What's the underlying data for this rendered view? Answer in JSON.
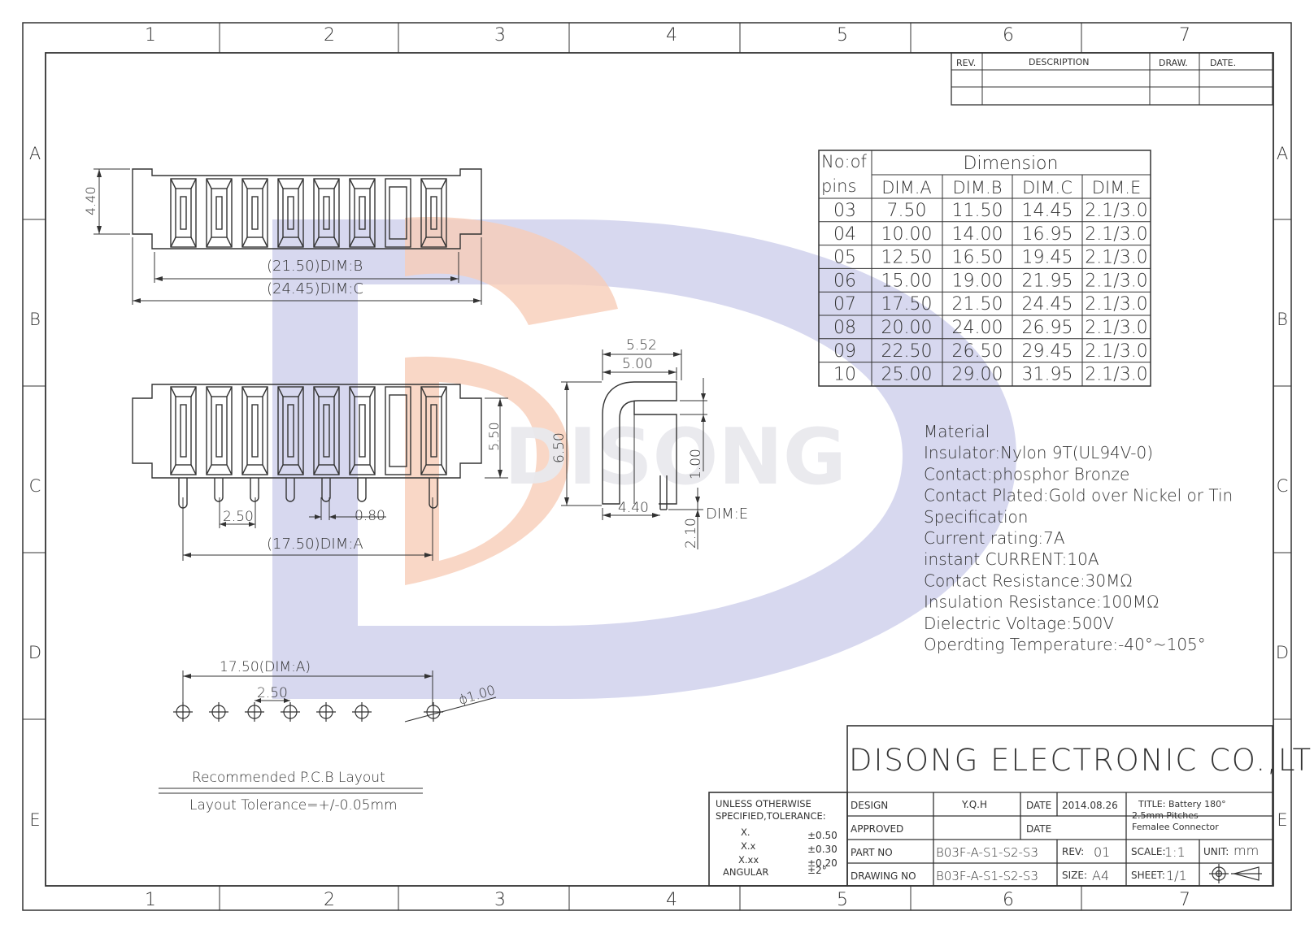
{
  "zone_columns": [
    "1",
    "2",
    "3",
    "4",
    "5",
    "6",
    "7"
  ],
  "zone_rows": [
    "A",
    "B",
    "C",
    "D",
    "E"
  ],
  "watermark": {
    "brand_text": "DISONG"
  },
  "revision_table": {
    "headers": [
      "REV.",
      "DESCRIPTION",
      "DRAW.",
      "DATE."
    ]
  },
  "dimension_table": {
    "pins_header_line1": "No:of",
    "pins_header_line2": "pins",
    "group_header": "Dimension",
    "columns": [
      "DIM.A",
      "DIM.B",
      "DIM.C",
      "DIM.E"
    ],
    "rows": [
      [
        "03",
        "7.50",
        "11.50",
        "14.45",
        "2.1/3.0"
      ],
      [
        "04",
        "10.00",
        "14.00",
        "16.95",
        "2.1/3.0"
      ],
      [
        "05",
        "12.50",
        "16.50",
        "19.45",
        "2.1/3.0"
      ],
      [
        "06",
        "15.00",
        "19.00",
        "21.95",
        "2.1/3.0"
      ],
      [
        "07",
        "17.50",
        "21.50",
        "24.45",
        "2.1/3.0"
      ],
      [
        "08",
        "20.00",
        "24.00",
        "26.95",
        "2.1/3.0"
      ],
      [
        "09",
        "22.50",
        "26.50",
        "29.45",
        "2.1/3.0"
      ],
      [
        "10",
        "25.00",
        "29.00",
        "31.95",
        "2.1/3.0"
      ]
    ]
  },
  "top_view": {
    "height_dim": "4.40",
    "dim_b": "(21.50)DIM:B",
    "dim_c": "(24.45)DIM:C"
  },
  "front_view": {
    "height_dim": "5.50",
    "pitch": "2.50",
    "pin_width": "0.80",
    "dim_a": "(17.50)DIM:A"
  },
  "side_view": {
    "width_outer": "5.52",
    "width_inner": "5.00",
    "height": "6.50",
    "step": "1.00",
    "offset": "4.40",
    "pin_len": "2.10",
    "dim_e": "DIM:E"
  },
  "pcb_layout": {
    "dim_a": "17.50(DIM:A)",
    "pitch": "2.50",
    "hole": "ϕ1.00",
    "title": "Recommended P.C.B Layout",
    "tolerance": "Layout Tolerance=+/-0.05mm"
  },
  "material_spec": [
    "Material",
    "Insulator:Nylon 9T(UL94V-0)",
    "Contact:phosphor Bronze",
    "Contact Plated:Gold over Nickel or Tin",
    "Specification",
    "Current rating:7A",
    "instant CURRENT:10A",
    "Contact Resistance:30MΩ",
    "Insulation Resistance:100MΩ",
    "Dielectric Voltage:500V",
    "Operdting Temperature:-40°~105°"
  ],
  "title_block": {
    "company": "DISONG ELECTRONIC CO.,LTD.",
    "tolerance_heading_1": "UNLESS OTHERWISE",
    "tolerance_heading_2": "SPECIFIED,TOLERANCE:",
    "tolerances": [
      {
        "label": "X.",
        "value": "±0.50"
      },
      {
        "label": "X.x",
        "value": "±0.30"
      },
      {
        "label": "X.xx",
        "value": "±0.20"
      },
      {
        "label": "ANGULAR",
        "value": "±2°"
      }
    ],
    "design_label": "DESIGN",
    "design_value": "Y.Q.H",
    "date_label": "DATE",
    "date_value": "2014.08.26",
    "approved_label": "APPROVED",
    "approved_date_label": "DATE",
    "title_line1": "TITLE: Battery 180°",
    "title_line2": "2.5mm Pitches",
    "title_line3": "Femalee Connector",
    "part_no_label": "PART NO",
    "part_no_value": "B03F-A-S1-S2-S3",
    "rev_label": "REV:",
    "rev_value": "01",
    "scale_label": "SCALE:",
    "scale_value": "1:1",
    "unit_label": "UNIT:",
    "unit_value": "mm",
    "drawing_no_label": "DRAWING NO",
    "drawing_no_value": "B03F-A-S1-S2-S3",
    "size_label": "SIZE:",
    "size_value": "A4",
    "sheet_label": "SHEET:",
    "sheet_value": "1/1"
  }
}
